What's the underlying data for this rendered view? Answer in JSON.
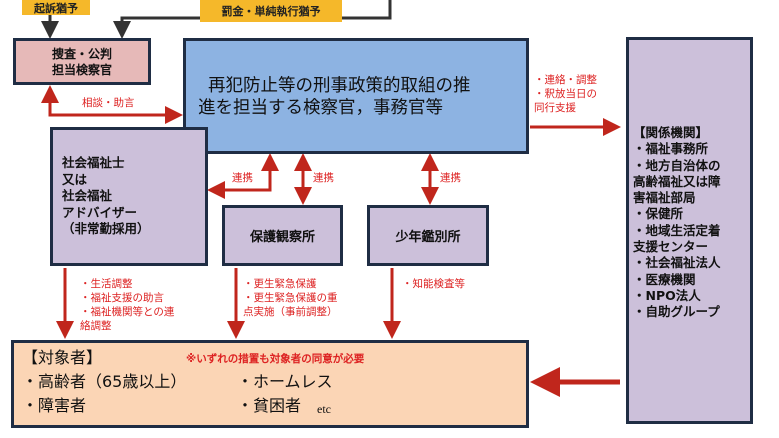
{
  "tags": {
    "prosecution_suspended": "起訴猶予",
    "fine_suspended": "罰金・単純執行猶予"
  },
  "prosecutor_box": {
    "line1": "捜査・公判",
    "line2": "担当検察官"
  },
  "main_box": {
    "line1": "再犯防止等の刑事政策的取組の推",
    "line2": "進を担当する検察官，事務官等"
  },
  "consult_label": "相談・助言",
  "social_worker_box": {
    "lines": [
      "社会福祉士",
      "又は",
      "社会福祉",
      "アドバイザー",
      "（非常勤採用）"
    ]
  },
  "probation_box": "保護観察所",
  "juvenile_box": "少年鑑別所",
  "cooperation_labels": [
    "連携",
    "連携",
    "連携"
  ],
  "liaison_labels": [
    "・連絡・調整",
    "・釈放当日の",
    "同行支援"
  ],
  "social_worker_tasks": [
    "・生活調整",
    "・福祉支援の助言",
    "・福祉機関等との連",
    "絡調整"
  ],
  "probation_tasks": [
    "・更生緊急保護",
    "・更生緊急保護の重",
    "点実施（事前調整）"
  ],
  "juvenile_tasks": [
    "・知能検査等"
  ],
  "agencies_box": {
    "title": "【関係機関】",
    "items": [
      "・福祉事務所",
      "・地方自治体の",
      "高齢福祉又は障",
      "害福祉部局",
      "・保健所",
      "・地域生活定着",
      "支援センター",
      "・社会福祉法人",
      "・医療機関",
      "・NPO法人",
      "・自助グループ"
    ]
  },
  "target_box": {
    "title": "【対象者】",
    "note": "※いずれの措置も対象者の同意が必要",
    "elderly": "・高齢者（65歳以上）",
    "homeless": "・ホームレス",
    "disabled": "・障害者",
    "poor": "・貧困者",
    "etc": "etc"
  },
  "colors": {
    "arrow": "#c0261c",
    "line": "#333333",
    "tag": "#f5b82a",
    "pink": "#e6b9b8",
    "blue": "#8db3e2",
    "lavender": "#ccc0da",
    "peach": "#fbd5b5"
  }
}
